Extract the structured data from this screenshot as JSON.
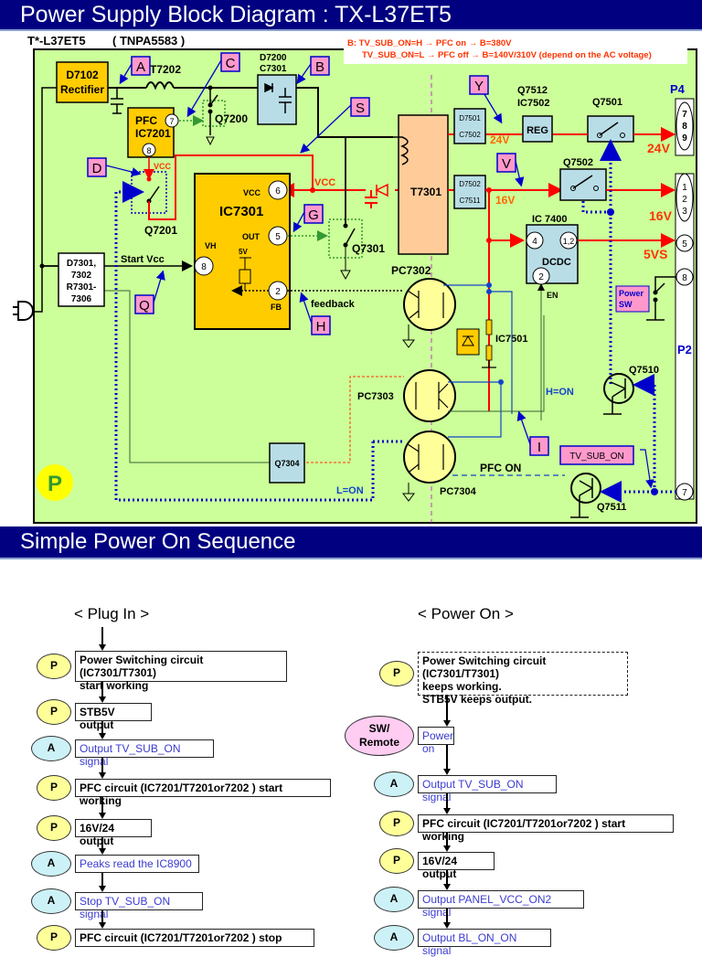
{
  "titles": {
    "block_diagram": "Power Supply Block Diagram : TX-L37ET5",
    "sequence": "Simple Power On Sequence"
  },
  "diagram": {
    "model": "T*-L37ET5",
    "board": "( TNPA5583 )",
    "note_line1": "B: TV_SUB_ON=H → PFC on → B=380V",
    "note_line2": "TV_SUB_ON=L → PFC off → B=140V/310V (depend on the AC voltage)",
    "blocks": {
      "rectifier": [
        "D7102",
        "Rectifier"
      ],
      "t7202": "T7202",
      "d7200": [
        "D7200",
        "C7301"
      ],
      "pfc": [
        "PFC",
        "IC7201"
      ],
      "q7200": "Q7200",
      "q7201": "Q7201",
      "ic7301": "IC7301",
      "t7301": "T7301",
      "q7301": "Q7301",
      "start_block": [
        "D7301,",
        "7302",
        "R7301-",
        "7306"
      ],
      "start_vcc": "Start Vcc",
      "d7501": [
        "D7501",
        "C7502"
      ],
      "d7502": [
        "D7502",
        "C7511"
      ],
      "reg": [
        "Q7512",
        "IC7502",
        "REG"
      ],
      "q7501": "Q7501",
      "q7502": "Q7502",
      "ic7400": [
        "IC 7400",
        "DCDC",
        "EN"
      ],
      "pc7302": "PC7302",
      "pc7303": "PC7303",
      "pc7304": "PC7304",
      "ic7501": "IC7501",
      "q7304": "Q7304",
      "q7510": "Q7510",
      "q7511": "Q7511",
      "power_sw": [
        "Power",
        "SW"
      ],
      "tv_sub_on": "TV_SUB_ON"
    },
    "pins": {
      "pfc_7": "7",
      "pfc_8": "8",
      "ic_vcc": "VCC",
      "ic_6": "6",
      "ic_out": "OUT",
      "ic_5": "5",
      "ic_vh": "VH",
      "ic_8": "8",
      "ic_5v": "5V",
      "ic_fb": "FB",
      "ic_2": "2",
      "dcdc_4": "4",
      "dcdc_12": "1,2",
      "dcdc_2": "2"
    },
    "signals": {
      "vcc_pfc": "VCC",
      "vcc_main": "VCC",
      "feedback": "feedback",
      "v24_a": "24V",
      "v24_b": "24V",
      "v16_a": "16V",
      "v16_b": "16V",
      "v5vs": "5VS",
      "h_on": "H=ON",
      "l_on": "L=ON",
      "pfc_on": "PFC ON"
    },
    "connectors": {
      "p4": "P4",
      "p4_pins": [
        "7",
        "8",
        "9"
      ],
      "p2": "P2",
      "p2_pins_123": [
        "1",
        "2",
        "3"
      ],
      "p2_pin5": "5",
      "p2_pin8": "8",
      "p2_pin7": "7"
    },
    "callouts": [
      "A",
      "B",
      "C",
      "D",
      "S",
      "Y",
      "V",
      "G",
      "Q",
      "H",
      "I"
    ],
    "section_badge": "P",
    "colors": {
      "background": "#ccff99",
      "ic_fill": "#ffcc00",
      "box_fill": "#b8dde6",
      "transformer_fill": "#ffcc99",
      "opto_fill": "#ffff99",
      "power_line": "#ff0000",
      "signal_line": "#0000cc",
      "callout_fill": "#ff99cc"
    }
  },
  "sequence": {
    "plug_in": {
      "heading": "< Plug In >",
      "steps": [
        {
          "badge": "P",
          "text": [
            "Power Switching circuit (IC7301/T7301)",
            "start working"
          ],
          "style": "bold"
        },
        {
          "badge": "P",
          "text": [
            "STB5V output"
          ],
          "style": "bold"
        },
        {
          "badge": "A",
          "text": [
            "Output TV_SUB_ON signal"
          ],
          "style": "blue"
        },
        {
          "badge": "P",
          "text": [
            "PFC circuit (IC7201/T7201or7202 ) start working"
          ],
          "style": "bold"
        },
        {
          "badge": "P",
          "text": [
            "16V/24 output"
          ],
          "style": "bold"
        },
        {
          "badge": "A",
          "text": [
            "Peaks read the IC8900"
          ],
          "style": "blue"
        },
        {
          "badge": "A",
          "text": [
            "Stop TV_SUB_ON signal"
          ],
          "style": "blue"
        },
        {
          "badge": "P",
          "text": [
            "PFC circuit (IC7201/T7201or7202 ) stop"
          ],
          "style": "bold"
        }
      ]
    },
    "power_on": {
      "heading": "< Power On >",
      "steps": [
        {
          "badge": "P",
          "text": [
            "Power Switching circuit (IC7301/T7301)",
            "keeps working.",
            "STB5V keeps output."
          ],
          "style": "bold-dashed"
        },
        {
          "badge": "SW/ Remote",
          "text": [
            "Power on"
          ],
          "style": "blue"
        },
        {
          "badge": "A",
          "text": [
            "Output TV_SUB_ON signal"
          ],
          "style": "blue"
        },
        {
          "badge": "P",
          "text": [
            "PFC circuit (IC7201/T7201or7202 ) start working"
          ],
          "style": "bold"
        },
        {
          "badge": "P",
          "text": [
            "16V/24 output"
          ],
          "style": "bold"
        },
        {
          "badge": "A",
          "text": [
            "Output PANEL_VCC_ON2 signal"
          ],
          "style": "blue"
        },
        {
          "badge": "A",
          "text": [
            "Output BL_ON_ON signal"
          ],
          "style": "blue"
        }
      ]
    }
  }
}
